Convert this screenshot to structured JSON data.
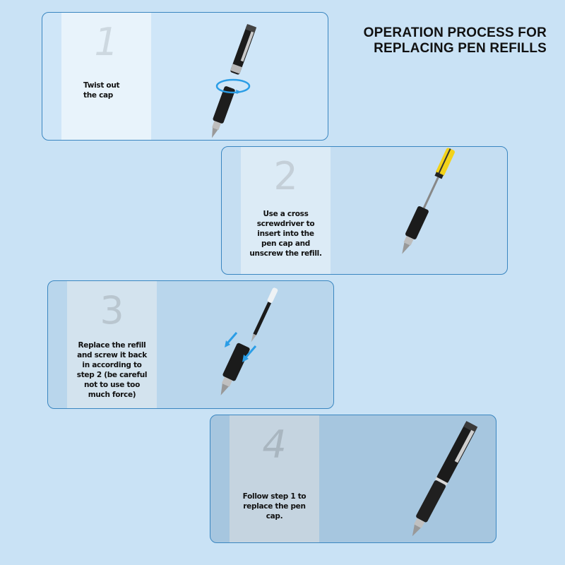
{
  "header": {
    "title_line1": "OPERATION PROCESS FOR",
    "title_line2": "REPLACING PEN REFILLS"
  },
  "colors": {
    "background": "#c9e2f5",
    "card_border": "#3a86c0",
    "arrow_blue": "#2a9de6",
    "screwdriver_yellow": "#f2d21a"
  },
  "steps": [
    {
      "number": "1",
      "text_lines": [
        "Twist out",
        "the cap"
      ],
      "illustration": "pen-twist-cap-icon"
    },
    {
      "number": "2",
      "text_lines": [
        "Use a cross",
        "screwdriver to",
        "insert into the",
        "pen cap and",
        "unscrew the refill."
      ],
      "illustration": "screwdriver-in-pen-icon"
    },
    {
      "number": "3",
      "text_lines": [
        "Replace the refill",
        "and screw it back",
        "in according to",
        "step 2 (be careful",
        "not to use too",
        "much force)"
      ],
      "illustration": "refill-insert-icon"
    },
    {
      "number": "4",
      "text_lines": [
        "Follow step 1 to",
        "replace the pen",
        "cap."
      ],
      "illustration": "assembled-pen-icon"
    }
  ]
}
